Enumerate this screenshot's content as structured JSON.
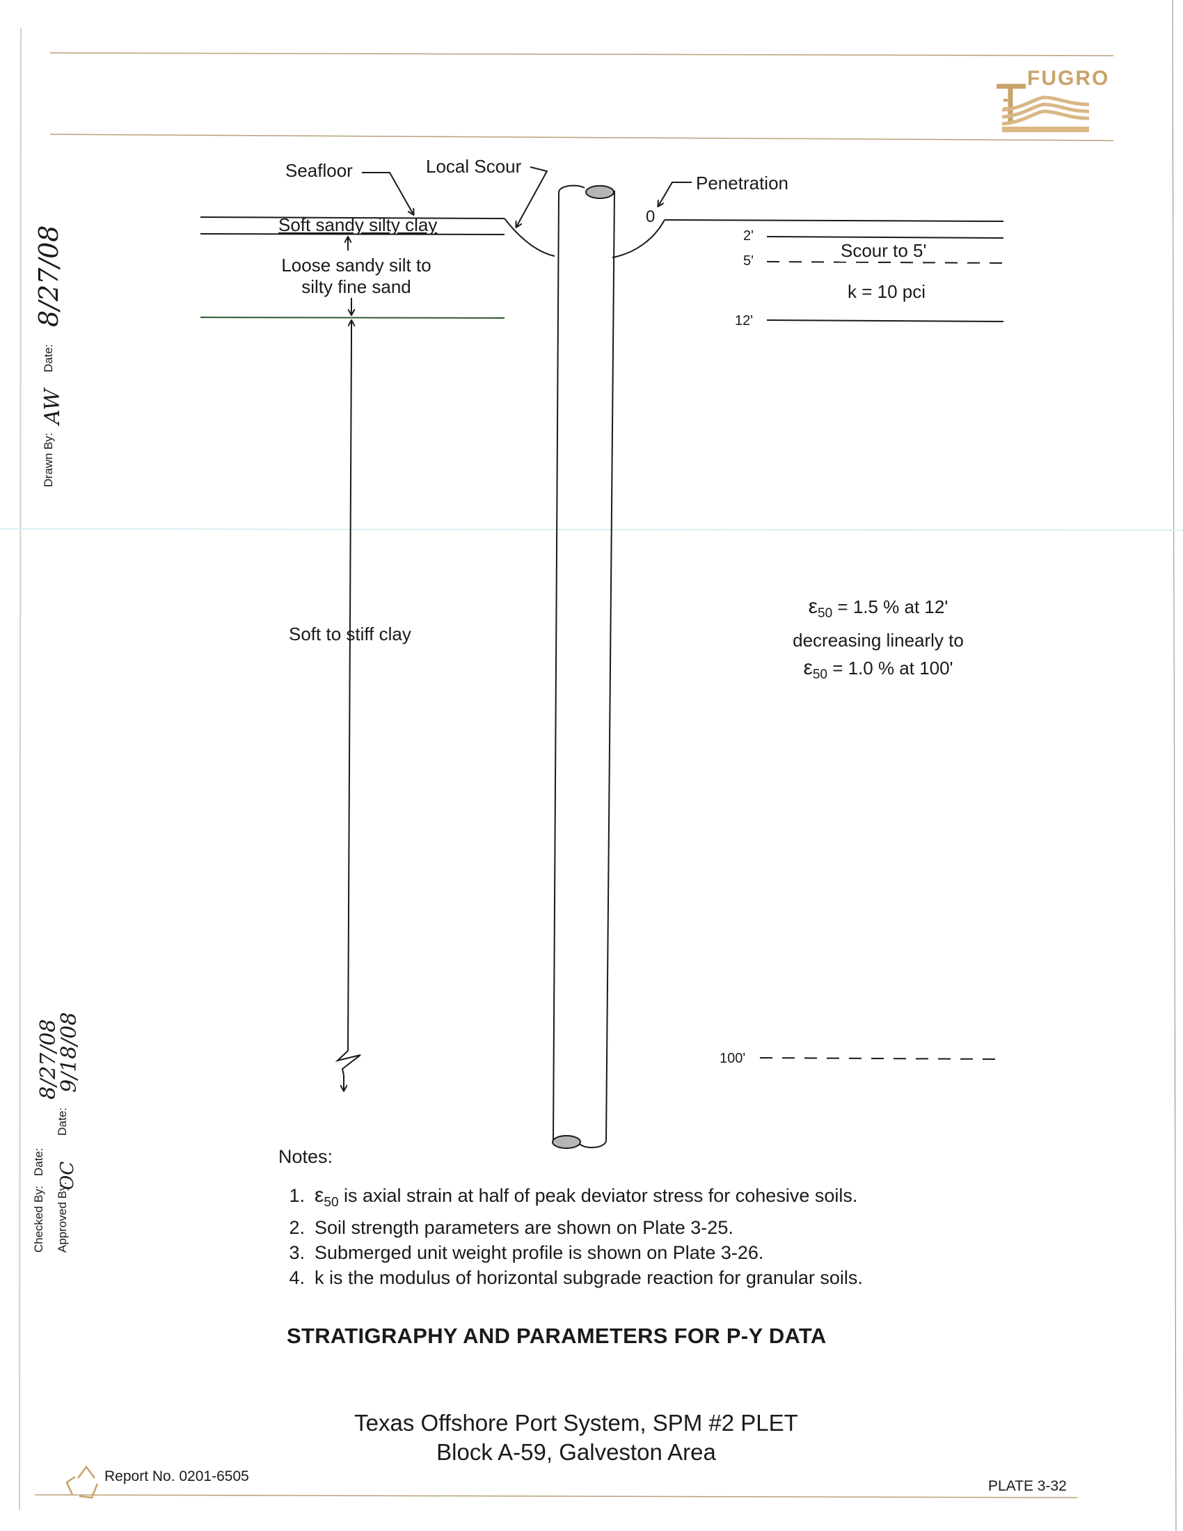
{
  "logo": {
    "text": "FUGRO",
    "color": "#c8a36a"
  },
  "labels": {
    "seafloor": "Seafloor",
    "local_scour": "Local Scour",
    "penetration": "Penetration",
    "penetration_zero": "0",
    "scour_to": "Scour to 5'",
    "k_value": "k = 10 pci"
  },
  "layers": [
    {
      "name": "Soft sandy silty clay"
    },
    {
      "name_line1": "Loose sandy silt to",
      "name_line2": "silty fine sand"
    },
    {
      "name": "Soft to stiff clay"
    }
  ],
  "depths": {
    "d2": "2'",
    "d5": "5'",
    "d12": "12'",
    "d100": "100'"
  },
  "strain": {
    "symbol": "ε",
    "sub": "50",
    "line1_rest": "= 1.5 % at 12'",
    "line2": "decreasing linearly to",
    "line3_rest": "= 1.0 % at 100'"
  },
  "notes": {
    "title": "Notes:",
    "items": [
      {
        "num": "1.",
        "symbol": "ε",
        "sub": "50",
        "text": " is axial strain at half of peak deviator stress for cohesive soils."
      },
      {
        "num": "2.",
        "text": "Soil strength parameters are shown on Plate 3-25."
      },
      {
        "num": "3.",
        "text": "Submerged unit weight profile is shown on Plate 3-26."
      },
      {
        "num": "4.",
        "text": "k is the modulus of horizontal subgrade reaction for granular soils."
      }
    ]
  },
  "title": "STRATIGRAPHY AND PARAMETERS FOR P-Y DATA",
  "project": {
    "line1": "Texas Offshore Port System, SPM #2 PLET",
    "line2": "Block A-59, Galveston Area"
  },
  "report_no": "Report No. 0201-6505",
  "plate": "PLATE  3-32",
  "margin": {
    "drawn_by": "Drawn By:",
    "drawn_initials": "AW",
    "drawn_date_label": "Date:",
    "drawn_date": "8/27/08",
    "checked_by": "Checked By:",
    "checked_date_label": "Date:",
    "checked_date": "8/27/08",
    "approved_by": "Approved By:",
    "approved_initials": "OC",
    "approved_date_label": "Date:",
    "approved_date": "9/18/08"
  },
  "colors": {
    "line": "#1a1a1a",
    "rule": "#b8a078",
    "pile_cap": "#b5b5b5",
    "layer_base": "#2e5a2e"
  }
}
